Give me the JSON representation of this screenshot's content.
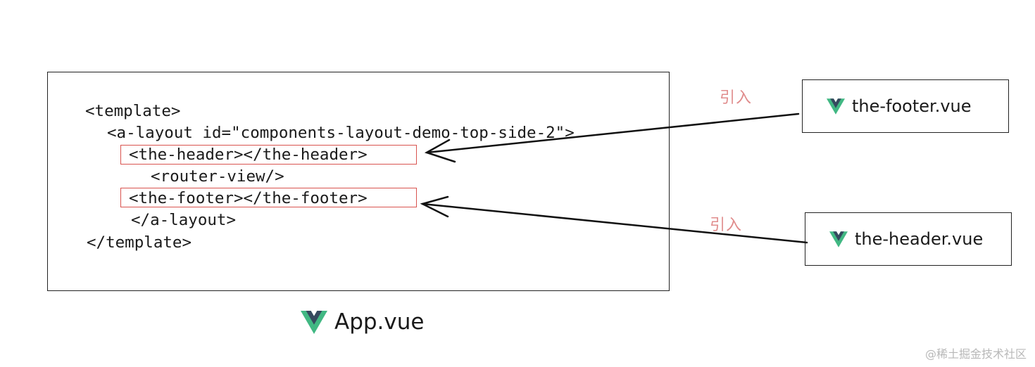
{
  "code": {
    "lines": [
      "<template>",
      "<a-layout id=\"components-layout-demo-top-side-2\">",
      "<the-header></the-header>",
      "<router-view/>",
      "<the-footer></the-footer>",
      "</a-layout>",
      "</template>"
    ]
  },
  "files": {
    "footer": "the-footer.vue",
    "header": "the-header.vue",
    "app": "App.vue"
  },
  "labels": {
    "import_top": "引入",
    "import_bottom": "引入"
  },
  "watermark": "@稀土掘金技术社区",
  "colors": {
    "vue_dark": "#35495e",
    "vue_green": "#41b883",
    "highlight": "#d9534f",
    "label": "#e08c8c"
  }
}
